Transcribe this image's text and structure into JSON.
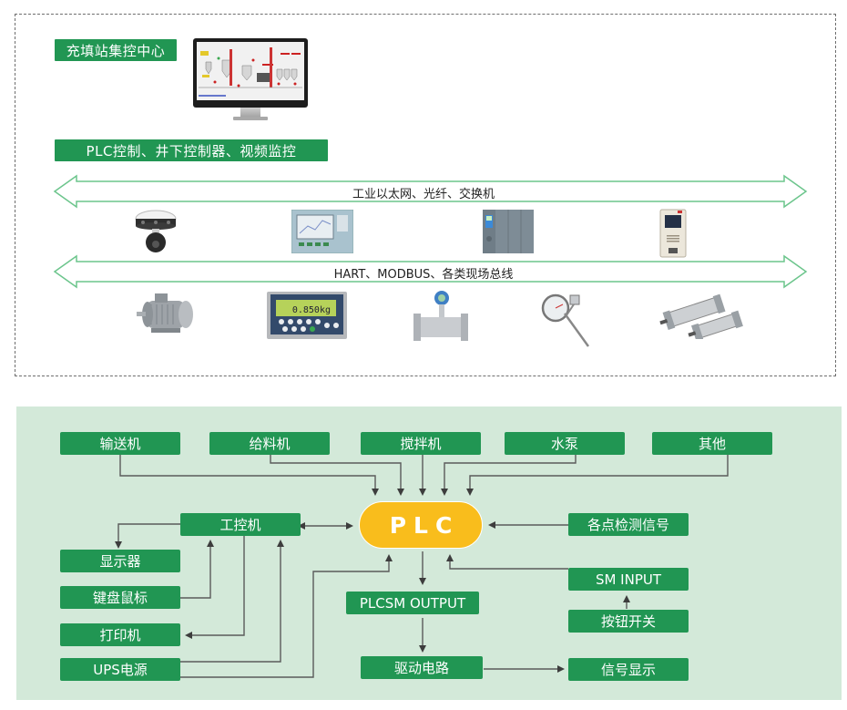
{
  "top": {
    "center_label": "充填站集控中心",
    "control_label": "PLC控制、井下控制器、视频监控",
    "monitor_icon": "scada-monitor-icon",
    "bus1": {
      "label": "工业以太网、光纤、交换机",
      "devices": [
        {
          "name": "dome-camera",
          "icon": "ptz-camera-icon"
        },
        {
          "name": "hmi-panel",
          "icon": "touch-panel-icon"
        },
        {
          "name": "plc-cpu",
          "icon": "plc-module-icon"
        },
        {
          "name": "underground-controller",
          "icon": "explosion-proof-box-icon"
        }
      ]
    },
    "bus2": {
      "label": "HART、MODBUS、各类现场总线",
      "devices": [
        {
          "name": "electric-motor",
          "icon": "motor-icon"
        },
        {
          "name": "weighing-indicator",
          "icon": "weighing-terminal-icon",
          "display_value": "0.850kg"
        },
        {
          "name": "flow-meter",
          "icon": "turbine-flowmeter-icon"
        },
        {
          "name": "thermometer",
          "icon": "bimetal-thermometer-icon"
        },
        {
          "name": "cylinders",
          "icon": "pneumatic-cylinder-icon"
        }
      ]
    }
  },
  "flow": {
    "inputs": [
      "输送机",
      "给料机",
      "搅拌机",
      "水泵",
      "其他"
    ],
    "plc": "PLC",
    "ipc": "工控机",
    "ipc_peripherals": [
      "显示器",
      "键盘鼠标",
      "打印机",
      "UPS电源"
    ],
    "detection_signals": "各点检测信号",
    "sm_input": "SM INPUT",
    "button_switch": "按钮开关",
    "plcsm_output": "PLCSM OUTPUT",
    "drive_circuit": "驱动电路",
    "signal_display": "信号显示"
  },
  "colors": {
    "box_green": "#219653",
    "panel_green": "#d3e9d9",
    "plc_yellow": "#f9bd1c",
    "bus_arrow_green": "#6cc58c",
    "connector": "#4a4a4a"
  }
}
